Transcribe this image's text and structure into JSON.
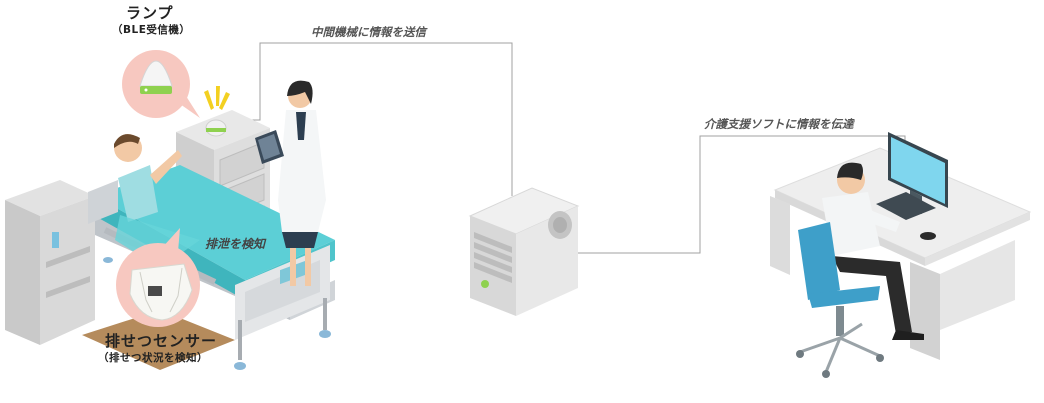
{
  "labels": {
    "lamp_title": "ランプ",
    "lamp_sub": "（BLE受信機）",
    "sensor_title": "排せつセンサー",
    "sensor_sub": "（排せつ状況を検知）",
    "detect": "排泄を検知",
    "to_server": "中間機械に情報を送信",
    "to_pc": "介護支援ソフトに情報を伝達"
  },
  "colors": {
    "bed_mattress": "#4fc9d0",
    "accent_green": "#8fd14f",
    "bubble_pink": "#f7c8c0",
    "monitor_screen": "#7fd6ee",
    "chair_blue": "#3e9fc9",
    "connector": "#9a9a9a",
    "rug": "#b58b5c"
  },
  "icons": [
    "lamp-icon",
    "sensor-diaper-icon",
    "nurse-icon",
    "patient-icon",
    "bed-icon",
    "server-icon",
    "pc-workstation-icon"
  ]
}
